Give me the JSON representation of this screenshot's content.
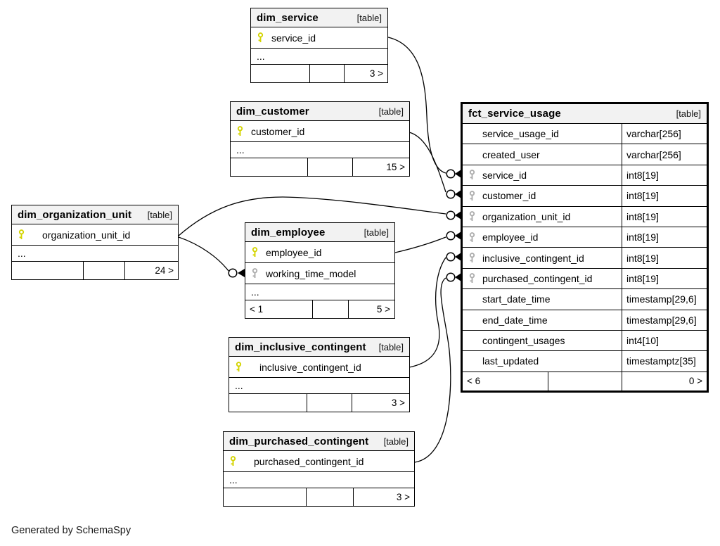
{
  "app": {
    "footer_note": "Generated by SchemaSpy"
  },
  "colors": {
    "primary_key_icon": "#d4d400",
    "foreign_key_icon": "#adadad",
    "table_header_bg": "#f2f2f2",
    "border": "#000000",
    "background": "#ffffff"
  },
  "tables": {
    "dim_service": {
      "title": "dim_service",
      "tag": "[table]",
      "columns": [
        {
          "name": "service_id",
          "key": "pk"
        }
      ],
      "ellipsis": "...",
      "footer": {
        "left": "",
        "middle": "",
        "right": "3 >"
      }
    },
    "dim_customer": {
      "title": "dim_customer",
      "tag": "[table]",
      "columns": [
        {
          "name": "customer_id",
          "key": "pk"
        }
      ],
      "ellipsis": "...",
      "footer": {
        "left": "",
        "middle": "",
        "right": "15 >"
      }
    },
    "dim_organization_unit": {
      "title": "dim_organization_unit",
      "tag": "[table]",
      "columns": [
        {
          "name": "organization_unit_id",
          "key": "pk"
        }
      ],
      "ellipsis": "...",
      "footer": {
        "left": "",
        "middle": "",
        "right": "24 >"
      }
    },
    "dim_employee": {
      "title": "dim_employee",
      "tag": "[table]",
      "columns": [
        {
          "name": "employee_id",
          "key": "pk"
        },
        {
          "name": "working_time_model",
          "key": "fk"
        }
      ],
      "ellipsis": "...",
      "footer": {
        "left": "< 1",
        "middle": "",
        "right": "5 >"
      }
    },
    "dim_inclusive_contingent": {
      "title": "dim_inclusive_contingent",
      "tag": "[table]",
      "columns": [
        {
          "name": "inclusive_contingent_id",
          "key": "pk"
        }
      ],
      "ellipsis": "...",
      "footer": {
        "left": "",
        "middle": "",
        "right": "3 >"
      }
    },
    "dim_purchased_contingent": {
      "title": "dim_purchased_contingent",
      "tag": "[table]",
      "columns": [
        {
          "name": "purchased_contingent_id",
          "key": "pk"
        }
      ],
      "ellipsis": "...",
      "footer": {
        "left": "",
        "middle": "",
        "right": "3 >"
      }
    },
    "fct_service_usage": {
      "title": "fct_service_usage",
      "tag": "[table]",
      "columns": [
        {
          "name": "service_usage_id",
          "type": "varchar[256]",
          "key": ""
        },
        {
          "name": "created_user",
          "type": "varchar[256]",
          "key": ""
        },
        {
          "name": "service_id",
          "type": "int8[19]",
          "key": "fk"
        },
        {
          "name": "customer_id",
          "type": "int8[19]",
          "key": "fk"
        },
        {
          "name": "organization_unit_id",
          "type": "int8[19]",
          "key": "fk"
        },
        {
          "name": "employee_id",
          "type": "int8[19]",
          "key": "fk"
        },
        {
          "name": "inclusive_contingent_id",
          "type": "int8[19]",
          "key": "fk"
        },
        {
          "name": "purchased_contingent_id",
          "type": "int8[19]",
          "key": "fk"
        },
        {
          "name": "start_date_time",
          "type": "timestamp[29,6]",
          "key": ""
        },
        {
          "name": "end_date_time",
          "type": "timestamp[29,6]",
          "key": ""
        },
        {
          "name": "contingent_usages",
          "type": "int4[10]",
          "key": ""
        },
        {
          "name": "last_updated",
          "type": "timestamptz[35]",
          "key": ""
        }
      ],
      "footer": {
        "left": "< 6",
        "middle": "",
        "right": "0 >"
      }
    }
  },
  "relationships": [
    {
      "from": "dim_service.service_id",
      "to": "fct_service_usage.service_id"
    },
    {
      "from": "dim_customer.customer_id",
      "to": "fct_service_usage.customer_id"
    },
    {
      "from": "dim_organization_unit.organization_unit_id",
      "to": "fct_service_usage.organization_unit_id"
    },
    {
      "from": "dim_organization_unit.organization_unit_id",
      "to": "dim_employee.working_time_model"
    },
    {
      "from": "dim_employee.employee_id",
      "to": "fct_service_usage.employee_id"
    },
    {
      "from": "dim_inclusive_contingent.inclusive_contingent_id",
      "to": "fct_service_usage.inclusive_contingent_id"
    },
    {
      "from": "dim_purchased_contingent.purchased_contingent_id",
      "to": "fct_service_usage.purchased_contingent_id"
    }
  ]
}
